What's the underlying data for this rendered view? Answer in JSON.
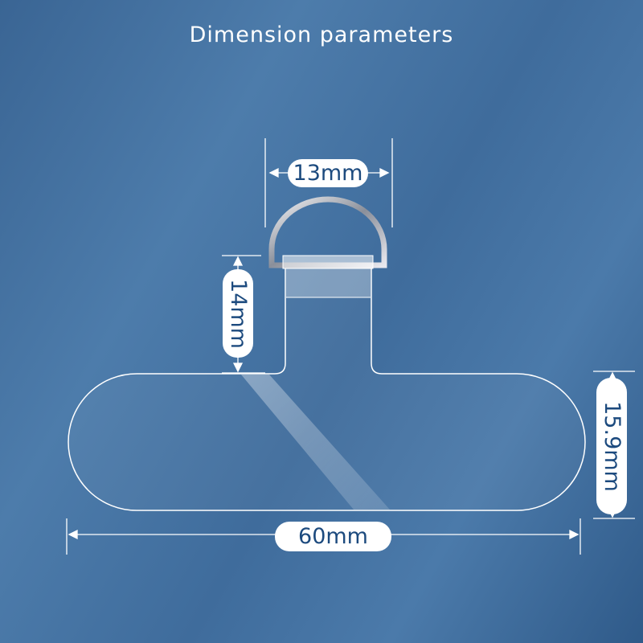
{
  "title": "Dimension parameters",
  "dimensions": {
    "ring_width": "13mm",
    "tab_height": "14mm",
    "pad_height": "15.9mm",
    "pad_width": "60mm"
  }
}
